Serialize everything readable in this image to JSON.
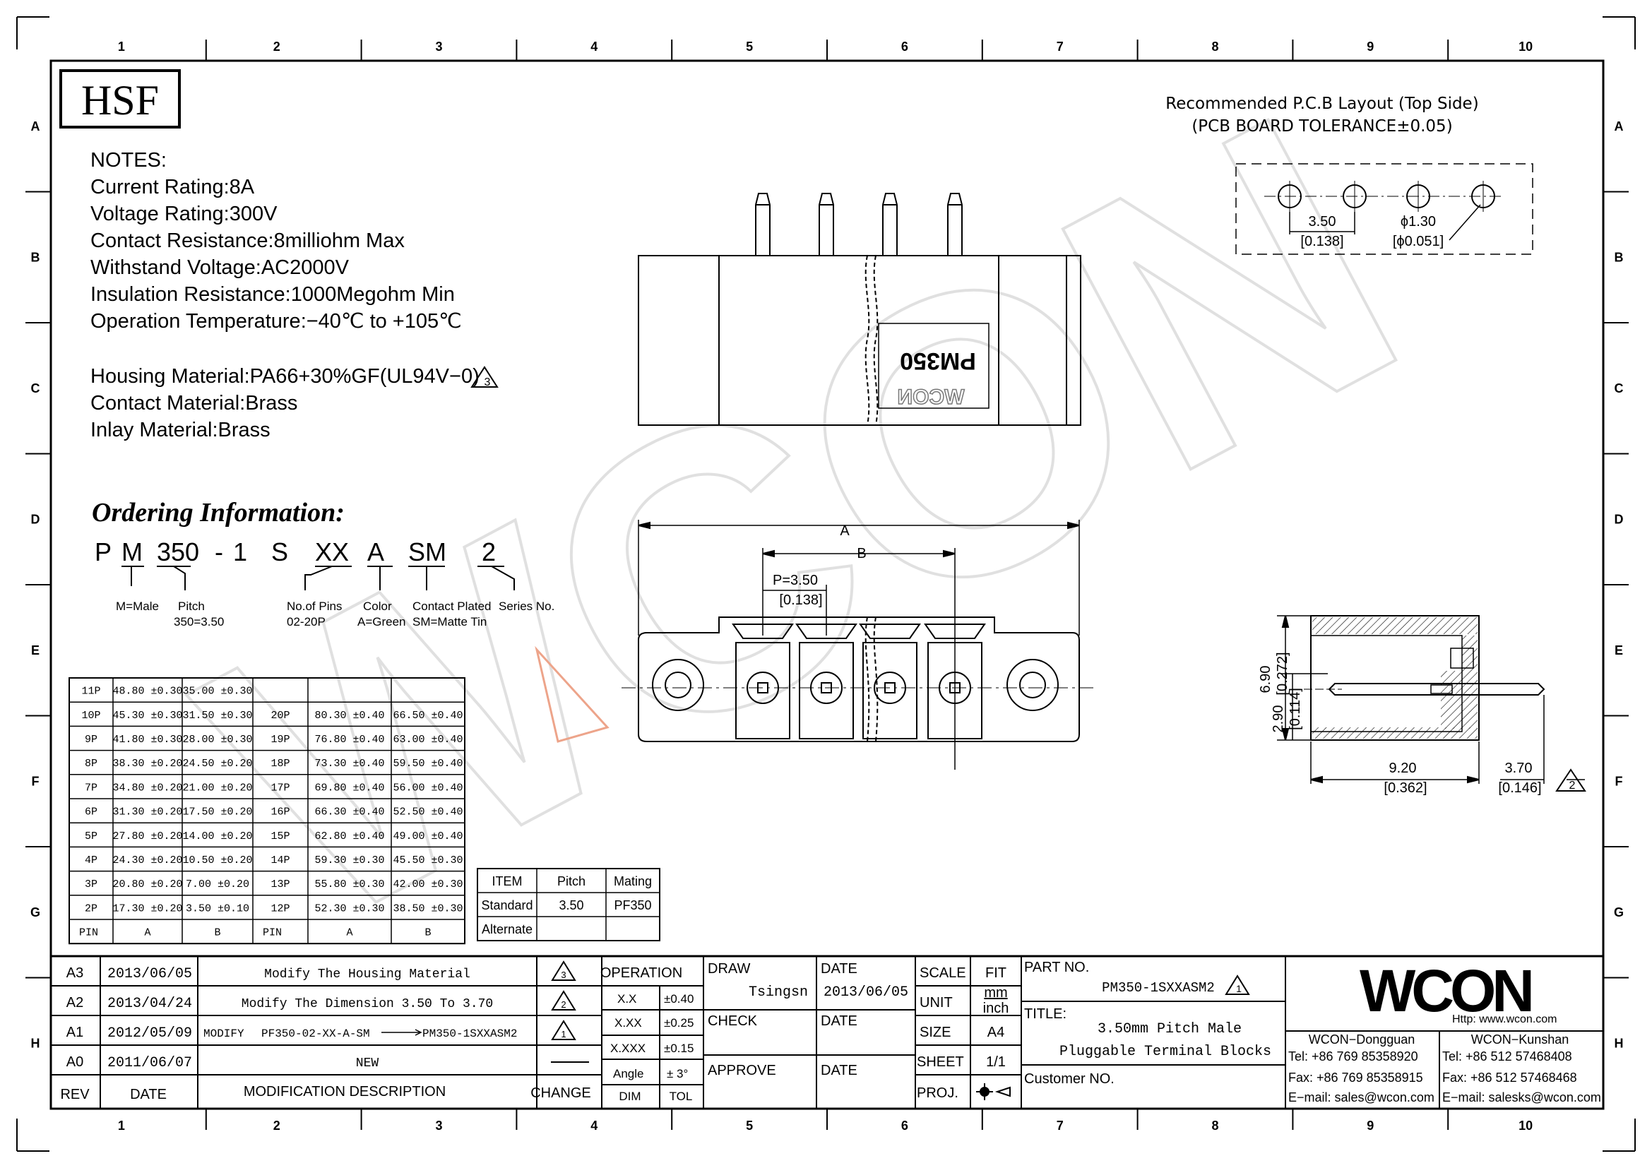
{
  "frame": {
    "columns": [
      "1",
      "2",
      "3",
      "4",
      "5",
      "6",
      "7",
      "8",
      "9",
      "10"
    ],
    "rows": [
      "A",
      "B",
      "C",
      "D",
      "E",
      "F",
      "G",
      "H"
    ]
  },
  "logo_text": "HSF",
  "notes": {
    "header": "NOTES:",
    "lines": [
      "Current  Rating:8A",
      "Voltage  Rating:300V",
      "Contact  Resistance:8milliohm  Max",
      "Withstand  Voltage:AC2000V",
      "Insulation  Resistance:1000Megohm  Min",
      "Operation  Temperature:−40℃  to  +105℃"
    ],
    "material_lines": [
      "Housing  Material:PA66+30%GF(UL94V−0)",
      "Contact  Material:Brass",
      "Inlay  Material:Brass"
    ],
    "revision_mark": "3"
  },
  "ordering": {
    "title": "Ordering Information:",
    "code_parts": [
      "P",
      "M",
      "350",
      "-",
      "1",
      "S",
      "XX",
      "A",
      "SM",
      "2"
    ],
    "labels": {
      "male": "M=Male",
      "pitch": "Pitch",
      "pitch_value": "350=3.50",
      "pins": "No.of Pins",
      "pins_range": "02-20P",
      "color": "Color",
      "color_value": "A=Green",
      "plated": "Contact Plated",
      "plated_value": "SM=Matte Tin",
      "series": "Series No."
    }
  },
  "pcb_layout": {
    "title": "Recommended  P.C.B  Layout  (Top  Side)",
    "tolerance": "(PCB  BOARD  TOLERANCE±0.05)",
    "pitch": "3.50",
    "pitch_inch": "[0.138]",
    "hole": "ϕ1.30",
    "hole_inch": "[ϕ0.051]"
  },
  "top_view": {
    "marking": "PM350",
    "brand": "WCON"
  },
  "front_view": {
    "dim_a": "A",
    "dim_b": "B",
    "pitch": "P=3.50",
    "pitch_inch": "[0.138]"
  },
  "side_view": {
    "height": "6.90",
    "height_inch": "[0.272]",
    "pin_height": "2.90",
    "pin_height_inch": "[0.114]",
    "depth": "9.20",
    "depth_inch": "[0.362]",
    "pin_len": "3.70",
    "pin_len_inch": "[0.146]",
    "revision_mark": "2"
  },
  "dimension_table": {
    "rows": [
      [
        "11P",
        "48.80 ±0.30",
        "35.00 ±0.30",
        "",
        "",
        ""
      ],
      [
        "10P",
        "45.30 ±0.30",
        "31.50 ±0.30",
        "20P",
        "80.30 ±0.40",
        "66.50 ±0.40"
      ],
      [
        "9P",
        "41.80 ±0.30",
        "28.00 ±0.30",
        "19P",
        "76.80 ±0.40",
        "63.00 ±0.40"
      ],
      [
        "8P",
        "38.30 ±0.20",
        "24.50 ±0.20",
        "18P",
        "73.30 ±0.40",
        "59.50 ±0.40"
      ],
      [
        "7P",
        "34.80 ±0.20",
        "21.00 ±0.20",
        "17P",
        "69.80 ±0.40",
        "56.00 ±0.40"
      ],
      [
        "6P",
        "31.30 ±0.20",
        "17.50 ±0.20",
        "16P",
        "66.30 ±0.40",
        "52.50 ±0.40"
      ],
      [
        "5P",
        "27.80 ±0.20",
        "14.00 ±0.20",
        "15P",
        "62.80 ±0.40",
        "49.00 ±0.40"
      ],
      [
        "4P",
        "24.30 ±0.20",
        "10.50 ±0.20",
        "14P",
        "59.30 ±0.30",
        "45.50 ±0.30"
      ],
      [
        "3P",
        "20.80 ±0.20",
        "7.00 ±0.20",
        "13P",
        "55.80 ±0.30",
        "42.00 ±0.30"
      ],
      [
        "2P",
        "17.30 ±0.20",
        "3.50 ±0.10",
        "12P",
        "52.30 ±0.30",
        "38.50 ±0.30"
      ]
    ],
    "header": [
      "PIN",
      "A",
      "B",
      "PIN",
      "A",
      "B"
    ]
  },
  "mating_table": {
    "header": [
      "ITEM",
      "Pitch",
      "Mating"
    ],
    "rows": [
      [
        "Standard",
        "3.50",
        "PF350"
      ],
      [
        "Alternate",
        "",
        ""
      ]
    ]
  },
  "revisions": {
    "rows": [
      {
        "rev": "A3",
        "date": "2013/06/05",
        "desc": "Modify  The  Housing  Material",
        "mark": "3"
      },
      {
        "rev": "A2",
        "date": "2013/04/24",
        "desc": "Modify  The  Dimension  3.50  To  3.70",
        "mark": "2"
      },
      {
        "rev": "A1",
        "date": "2012/05/09",
        "desc_prefix": "MODIFY",
        "desc_from": "PF350-02-XX-A-SM",
        "desc_to": "PM350-1SXXASM2",
        "mark": "1"
      },
      {
        "rev": "A0",
        "date": "2011/06/07",
        "desc": "NEW",
        "mark": ""
      }
    ],
    "header": {
      "rev": "REV",
      "date": "DATE",
      "desc": "MODIFICATION  DESCRIPTION",
      "change": "CHANGE"
    }
  },
  "tolerance": {
    "title": "OPERATION",
    "rows": [
      [
        "X.X",
        "±0.40"
      ],
      [
        "X.XX",
        "±0.25"
      ],
      [
        "X.XXX",
        "±0.15"
      ],
      [
        "Angle",
        "± 3°"
      ]
    ],
    "footer": [
      "DIM",
      "TOL"
    ]
  },
  "approvals": {
    "draw": "DRAW",
    "drawer": "Tsingsn",
    "date_label": "DATE",
    "date": "2013/06/05",
    "check": "CHECK",
    "approve": "APPROVE"
  },
  "scale_block": {
    "scale": "SCALE",
    "scale_value": "FIT",
    "unit": "UNIT",
    "unit_mm": "mm",
    "unit_inch": "inch",
    "size": "SIZE",
    "size_value": "A4",
    "sheet": "SHEET",
    "sheet_value": "1/1",
    "proj": "PROJ."
  },
  "part": {
    "part_label": "PART  NO.",
    "part_no": "PM350-1SXXASM2",
    "part_mark": "1",
    "title_label": "TITLE:",
    "title_line1": "3.50mm  Pitch  Male",
    "title_line2": "Pluggable  Terminal  Blocks",
    "customer": "Customer  NO."
  },
  "company": {
    "logo": "WCON",
    "website": "Http:  www.wcon.com",
    "dg": {
      "name": "WCON−Dongguan",
      "tel": "Tel:  +86  769  85358920",
      "fax": "Fax:  +86  769  85358915",
      "email": "E−mail:  sales@wcon.com"
    },
    "ks": {
      "name": "WCON−Kunshan",
      "tel": "Tel:  +86  512  57468408",
      "fax": "Fax:  +86  512  57468468",
      "email": "E−mail:  salesks@wcon.com"
    }
  },
  "watermark": "WCON",
  "colors": {
    "accent": "#e05a2b",
    "watermark": "#c8c8c8"
  }
}
